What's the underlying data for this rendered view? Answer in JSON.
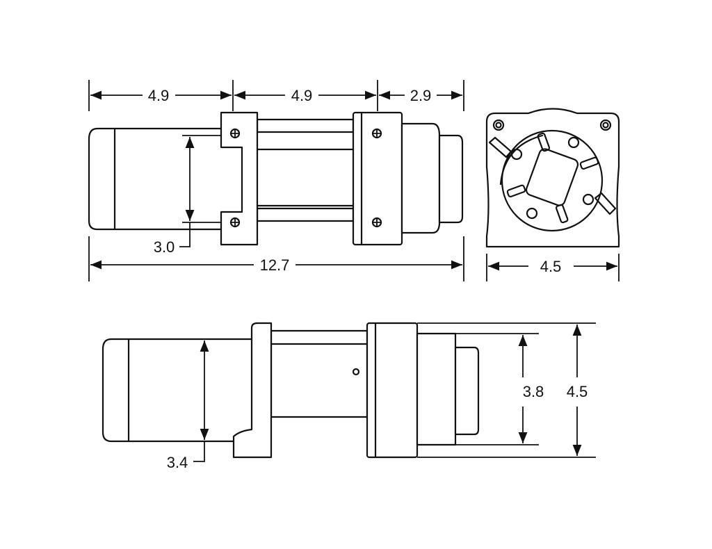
{
  "dimensions": {
    "top_motor_length": "4.9",
    "top_mid_length": "4.9",
    "top_drum_length": "2.9",
    "top_bolt_spacing": "3.0",
    "overall_length": "12.7",
    "end_width": "4.5",
    "side_motor_diameter": "3.4",
    "side_drum_diameter": "3.8",
    "side_height": "4.5"
  },
  "colors": {
    "line": "#111111",
    "background": "#ffffff"
  }
}
